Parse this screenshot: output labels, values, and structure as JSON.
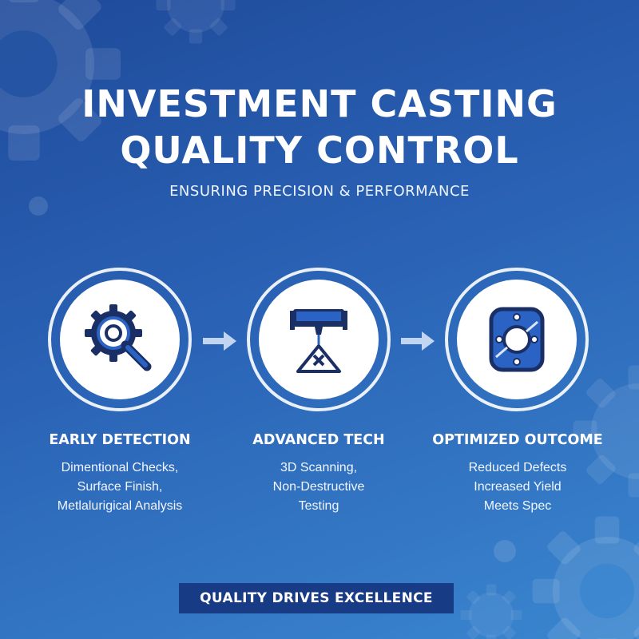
{
  "title": {
    "line1": "INVESTMENT CASTING",
    "line2": "QUALITY CONTROL"
  },
  "subtitle": "ENSURING PRECISION & PERFORMANCE",
  "colors": {
    "background_top": "#1f4a9a",
    "background_bottom": "#3a86cf",
    "icon_blue": "#2b63c4",
    "icon_dark": "#1a2f66",
    "banner": "#173b85"
  },
  "steps": [
    {
      "icon": "gear-magnifier-icon",
      "title": "EARLY DETECTION",
      "lines": [
        "Dimentional Checks,",
        "Surface Finish,",
        "Metlalurigical Analysis"
      ]
    },
    {
      "icon": "3d-scanner-icon",
      "title": "ADVANCED TECH",
      "lines": [
        "3D Scanning,",
        "Non-Destructive",
        "Testing"
      ]
    },
    {
      "icon": "cast-plate-icon",
      "title": "OPTIMIZED OUTCOME",
      "lines": [
        "Reduced Defects",
        "Increased Yield",
        "Meets Spec"
      ]
    }
  ],
  "banner": "QUALITY DRIVES EXCELLENCE"
}
